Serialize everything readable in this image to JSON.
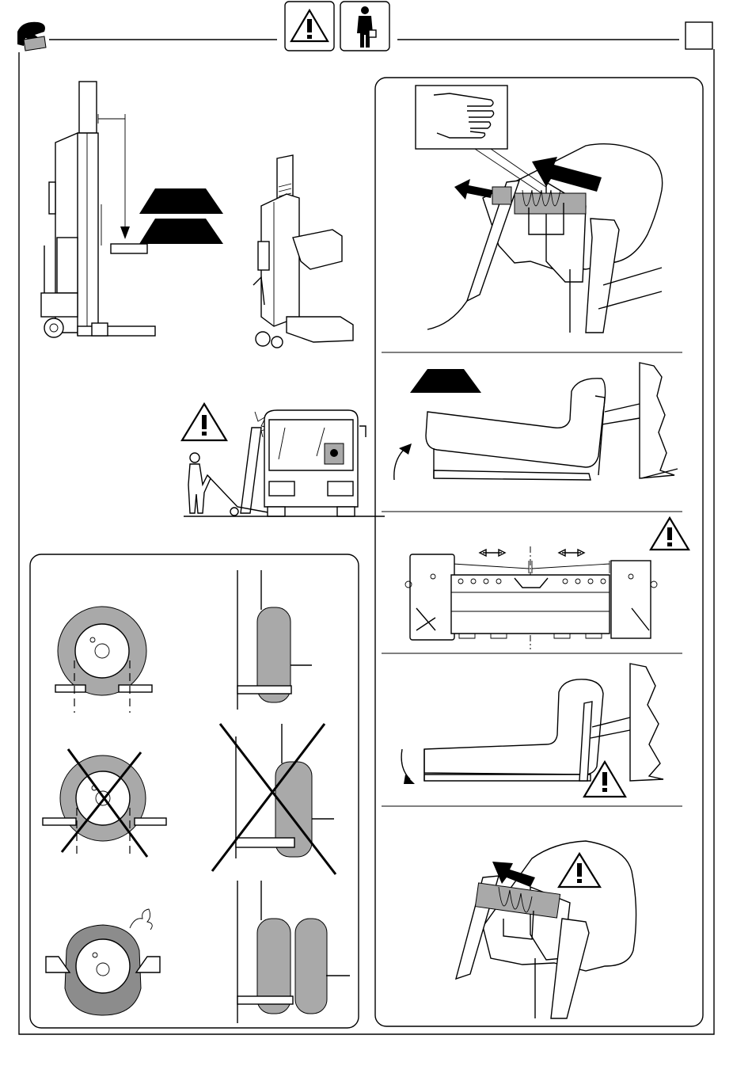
{
  "header": {
    "logo_icon": "rav-logo-icon",
    "warning_icon": "warning-triangle-icon",
    "operator_icon": "operator-person-icon",
    "page_box_label": ""
  },
  "colors": {
    "ink": "#000000",
    "tyre_gray": "#a9a9a9",
    "panel_border": "#000000",
    "background": "#ffffff"
  },
  "panels": {
    "left_top": "column-lift-side-and-perspective",
    "left_middle": "collision-warning-bus",
    "left_bottom": "wheel-positioning-correct-and-incorrect",
    "right": "fork-adjustment-sequence"
  }
}
